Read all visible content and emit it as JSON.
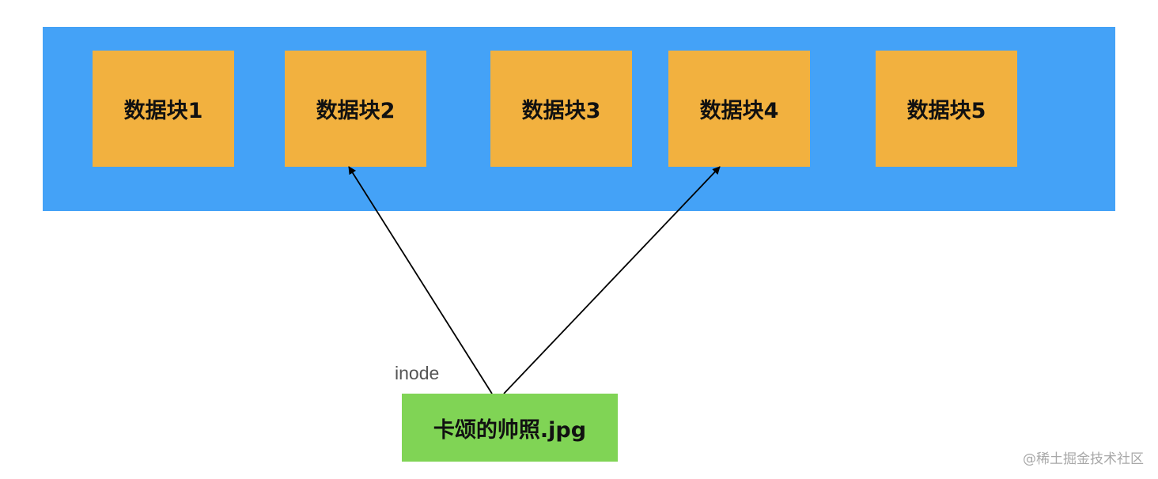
{
  "blocks": [
    {
      "label": "数据块1"
    },
    {
      "label": "数据块2"
    },
    {
      "label": "数据块3"
    },
    {
      "label": "数据块4"
    },
    {
      "label": "数据块5"
    }
  ],
  "file": {
    "label": "卡颂的帅照.jpg",
    "annotation": "inode",
    "points_to": [
      "数据块2",
      "数据块4"
    ]
  },
  "watermark": "@稀土掘金技术社区",
  "colors": {
    "storage": "#44a2f7",
    "block": "#f2b13f",
    "file": "#80d455",
    "arrow": "#000000"
  }
}
